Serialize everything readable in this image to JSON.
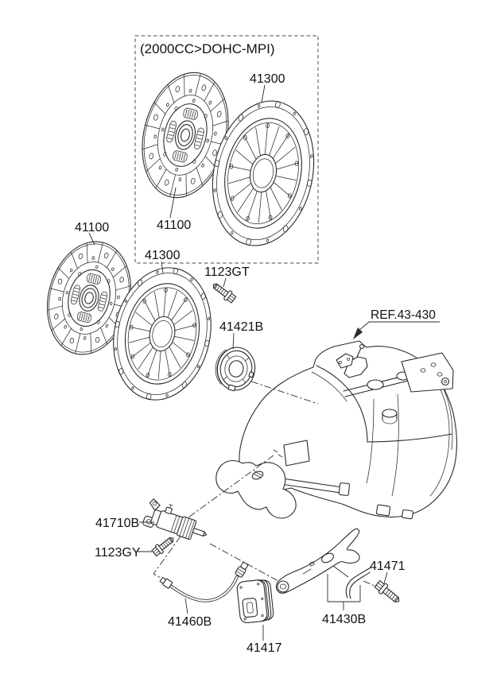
{
  "diagram": {
    "inset": {
      "variant_label": "(2000CC>DOHC-MPI)",
      "disc_code": "41100",
      "cover_code": "41300"
    },
    "main": {
      "disc_code": "41100",
      "cover_code": "41300",
      "cover_bolt_code": "1123GT",
      "release_bearing_code": "41421B",
      "transaxle_ref": "REF.43-430",
      "release_cylinder_code": "41710B",
      "cylinder_bolt_code": "1123GY",
      "tube_code": "41460B",
      "boot_code": "41417",
      "release_fork_code": "41430B",
      "fork_bolt_code": "41471"
    },
    "colors": {
      "line": "#2b2b2b",
      "text": "#111111",
      "background": "#ffffff"
    }
  }
}
